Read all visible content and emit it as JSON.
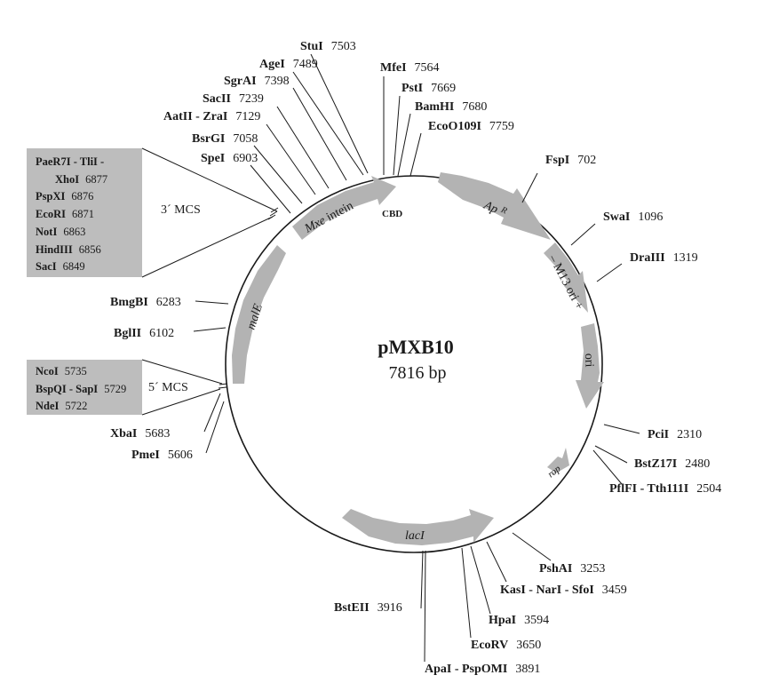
{
  "plasmid": {
    "name": "pMXB10",
    "size_label": "7816 bp",
    "total_bp": 7816
  },
  "features": [
    {
      "id": "mxe",
      "label": "Mxe intein",
      "italic_part": "Mxe"
    },
    {
      "id": "apr",
      "label": "Ap R"
    },
    {
      "id": "m13",
      "label": "– M13 ori +"
    },
    {
      "id": "ori",
      "label": "ori"
    },
    {
      "id": "rop",
      "label": "rop"
    },
    {
      "id": "laci",
      "label": "lacI"
    },
    {
      "id": "male",
      "label": "malE"
    }
  ],
  "cbd_label": "CBD",
  "sites": [
    {
      "name": "StuI",
      "pos": "7503"
    },
    {
      "name": "AgeI",
      "pos": "7489"
    },
    {
      "name": "SgrAI",
      "pos": "7398"
    },
    {
      "name": "SacII",
      "pos": "7239"
    },
    {
      "name": "AatII - ZraI",
      "pos": "7129"
    },
    {
      "name": "BsrGI",
      "pos": "7058"
    },
    {
      "name": "SpeI",
      "pos": "6903"
    },
    {
      "name": "MfeI",
      "pos": "7564"
    },
    {
      "name": "PstI",
      "pos": "7669"
    },
    {
      "name": "BamHI",
      "pos": "7680"
    },
    {
      "name": "EcoO109I",
      "pos": "7759"
    },
    {
      "name": "FspI",
      "pos": "702"
    },
    {
      "name": "SwaI",
      "pos": "1096"
    },
    {
      "name": "DraIII",
      "pos": "1319"
    },
    {
      "name": "PciI",
      "pos": "2310"
    },
    {
      "name": "BstZ17I",
      "pos": "2480"
    },
    {
      "name": "PflFI - Tth111I",
      "pos": "2504"
    },
    {
      "name": "PshAI",
      "pos": "3253"
    },
    {
      "name": "KasI - NarI - SfoI",
      "pos": "3459"
    },
    {
      "name": "HpaI",
      "pos": "3594"
    },
    {
      "name": "EcoRV",
      "pos": "3650"
    },
    {
      "name": "ApaI - PspOMI",
      "pos": "3891"
    },
    {
      "name": "BstEII",
      "pos": "3916"
    },
    {
      "name": "PmeI",
      "pos": "5606"
    },
    {
      "name": "XbaI",
      "pos": "5683"
    },
    {
      "name": "BglII",
      "pos": "6102"
    },
    {
      "name": "BmgBI",
      "pos": "6283"
    }
  ],
  "mcs3": {
    "label": "3´ MCS",
    "entries": [
      {
        "name": "PaeR7I - TliI -",
        "pos": ""
      },
      {
        "name": "XhoI",
        "pos": "6877"
      },
      {
        "name": "PspXI",
        "pos": "6876"
      },
      {
        "name": "EcoRI",
        "pos": "6871"
      },
      {
        "name": "NotI",
        "pos": "6863"
      },
      {
        "name": "HindIII",
        "pos": "6856"
      },
      {
        "name": "SacI",
        "pos": "6849"
      }
    ]
  },
  "mcs5": {
    "label": "5´ MCS",
    "entries": [
      {
        "name": "NcoI",
        "pos": "5735"
      },
      {
        "name": "BspQI - SapI",
        "pos": "5729"
      },
      {
        "name": "NdeI",
        "pos": "5722"
      }
    ]
  },
  "colors": {
    "feature_gray": "#b3b3b3",
    "box_gray": "#bdbdbd",
    "line": "#1a1a1a"
  }
}
